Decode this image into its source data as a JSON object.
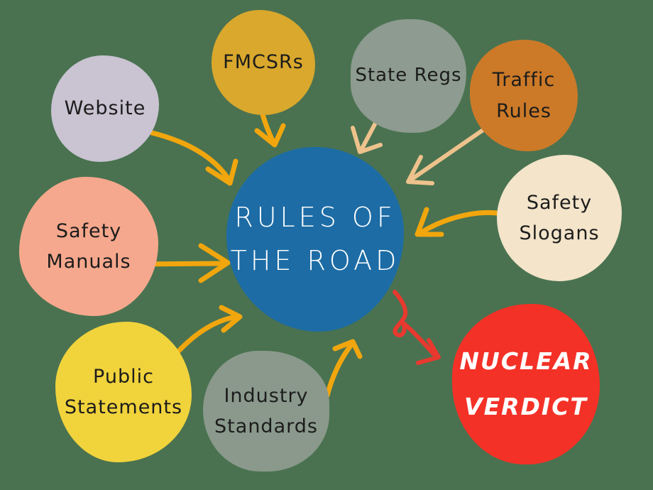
{
  "title": "Rules of the Road mind map",
  "colors": {
    "background": "#4a7250",
    "arrow_yellow": "#f1a60e",
    "arrow_tan": "#eec28c",
    "arrow_red": "#e8392f",
    "label_dark": "#1c1c1c",
    "label_light": "#ffffff"
  },
  "center": {
    "line1": "RULES OF",
    "line2": "THE ROAD",
    "color": "#1d6ca5"
  },
  "outcome": {
    "line1": "NUCLEAR",
    "line2": "VERDICT",
    "color": "#f43127"
  },
  "nodes": {
    "website": {
      "label": "Website",
      "color": "#c9c3d2"
    },
    "fmcsrs": {
      "label": "FMCSRs",
      "color": "#d9a82d"
    },
    "state_regs": {
      "label": "State Regs",
      "color": "#8d9b90"
    },
    "traffic_rules": {
      "label": "Traffic Rules",
      "color": "#cc7a28"
    },
    "safety_slogans": {
      "label": "Safety Slogans",
      "color": "#f3e4ca"
    },
    "safety_manuals": {
      "label": "Safety Manuals",
      "color": "#f5a88d"
    },
    "public_statements": {
      "label": "Public Statements",
      "color": "#f1d33c"
    },
    "industry_standards": {
      "label": "Industry Standards",
      "color": "#8a998c"
    }
  },
  "connections": [
    {
      "from": "Website",
      "to": "Rules of the Road"
    },
    {
      "from": "FMCSRs",
      "to": "Rules of the Road"
    },
    {
      "from": "State Regs",
      "to": "Rules of the Road"
    },
    {
      "from": "Traffic Rules",
      "to": "Rules of the Road"
    },
    {
      "from": "Safety Slogans",
      "to": "Rules of the Road"
    },
    {
      "from": "Safety Manuals",
      "to": "Rules of the Road"
    },
    {
      "from": "Public Statements",
      "to": "Rules of the Road"
    },
    {
      "from": "Industry Standards",
      "to": "Rules of the Road"
    },
    {
      "from": "Rules of the Road",
      "to": "Nuclear Verdict"
    }
  ]
}
